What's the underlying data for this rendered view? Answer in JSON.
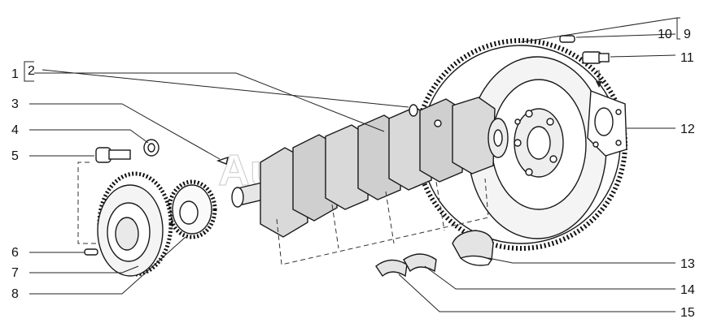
{
  "watermark": "AutoSoft",
  "callouts": {
    "c1": "1",
    "c2": "2",
    "c3": "3",
    "c4": "4",
    "c5": "5",
    "c6": "6",
    "c7": "7",
    "c8": "8",
    "c9": "9",
    "c10": "10",
    "c11": "11",
    "c12": "12",
    "c13": "13",
    "c14": "14",
    "c15": "15"
  }
}
